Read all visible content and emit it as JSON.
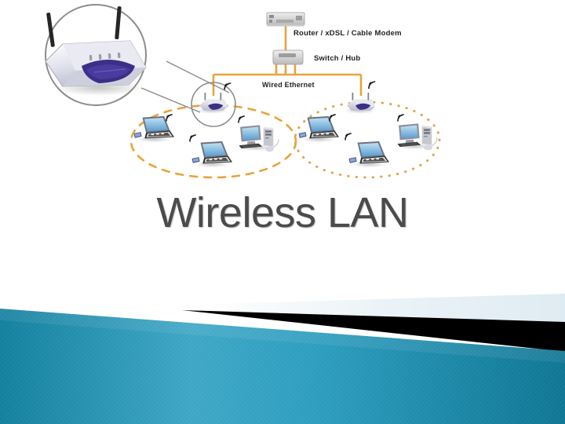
{
  "slide": {
    "title": "Wireless LAN",
    "background_color": "#ffffff"
  },
  "diagram": {
    "name": "wireless-lan-network-diagram",
    "labels": {
      "router": "Router / xDSL / Cable Modem",
      "switch": "Switch / Hub",
      "wired": "Wired Ethernet"
    },
    "link_color": "#e8a33d",
    "cell_left": {
      "boundary_style": "dashed",
      "boundary_color": "#e8a33d",
      "access_point": "wireless-access-point",
      "devices": [
        "laptop",
        "laptop",
        "desktop-pc"
      ]
    },
    "cell_right": {
      "boundary_style": "dotted",
      "boundary_color": "#e8a33d",
      "access_point": "wireless-access-point",
      "devices": [
        "laptop",
        "laptop",
        "desktop-pc"
      ]
    },
    "magnifier": {
      "subject": "wireless-router-closeup",
      "antennas": 2,
      "led_count": 4,
      "body_color": "#d5d7e2",
      "accent_color": "#3b2f86"
    }
  },
  "footer": {
    "teal_color": "#2b9cbe",
    "teal_dark_color": "#127a9c",
    "black_color": "#000000",
    "pale_color": "#e4eef4"
  }
}
